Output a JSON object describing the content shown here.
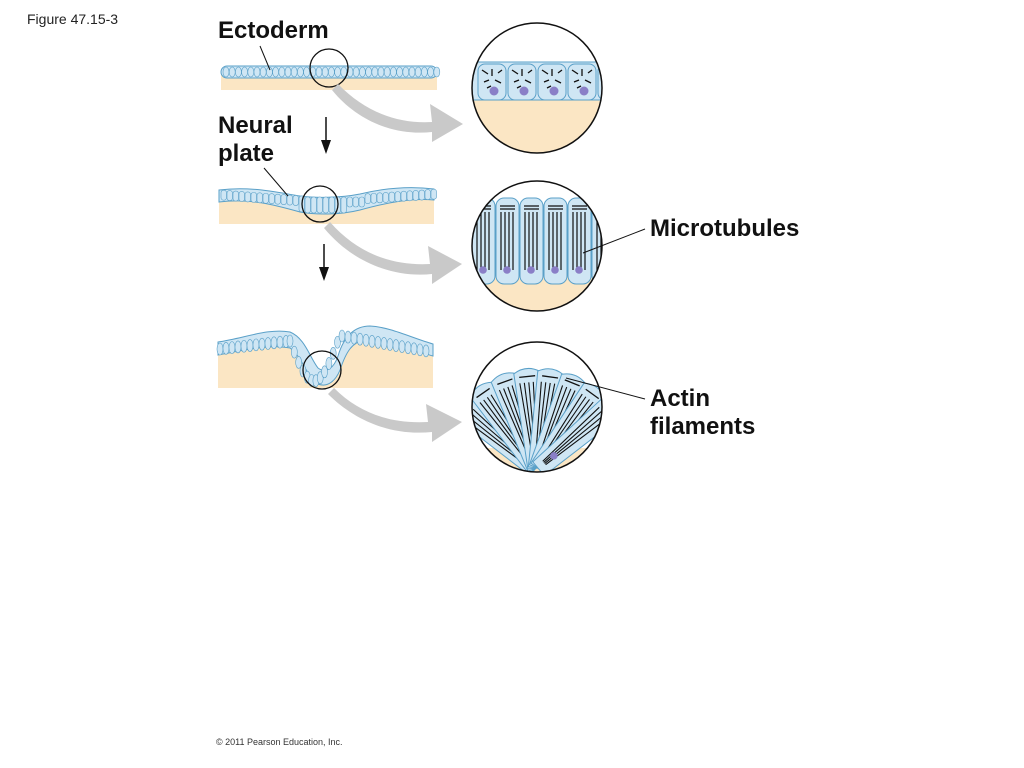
{
  "figure_label": "Figure 47.15-3",
  "labels": {
    "ectoderm": "Ectoderm",
    "neural_plate_line1": "Neural",
    "neural_plate_line2": "plate",
    "microtubules": "Microtubules",
    "actin_line1": "Actin",
    "actin_line2": "filaments"
  },
  "copyright": "© 2011 Pearson Education, Inc.",
  "colors": {
    "cell_fill": "#cfe6f4",
    "cell_stroke": "#5aa0c8",
    "mesoderm": "#fbe6c4",
    "nucleus": "#8a7fc7",
    "arrow_gray": "#c9c9c9"
  }
}
